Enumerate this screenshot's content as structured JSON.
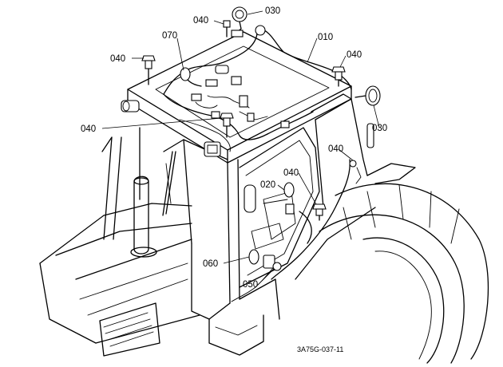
{
  "diagram": {
    "callouts": [
      {
        "id": "c030_top",
        "text": "030"
      },
      {
        "id": "c040_top",
        "text": "040"
      },
      {
        "id": "c070",
        "text": "070"
      },
      {
        "id": "c010",
        "text": "010"
      },
      {
        "id": "c040_left_top",
        "text": "040"
      },
      {
        "id": "c040_right_top",
        "text": "040"
      },
      {
        "id": "c040_left_mid",
        "text": "040"
      },
      {
        "id": "c030_right",
        "text": "030"
      },
      {
        "id": "c040_right_mid",
        "text": "040"
      },
      {
        "id": "c040_center",
        "text": "040"
      },
      {
        "id": "c020",
        "text": "020"
      },
      {
        "id": "c060",
        "text": "060"
      },
      {
        "id": "c050",
        "text": "050"
      }
    ],
    "figure_code": "3A75G-037-11"
  }
}
